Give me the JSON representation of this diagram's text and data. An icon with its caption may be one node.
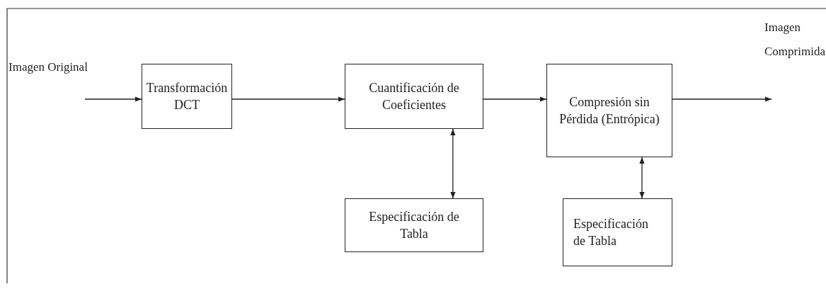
{
  "diagram": {
    "nodes": [
      {
        "text": [
          "Transformación DCT"
        ]
      },
      {
        "text": [
          "Cuantificación de Coeficientes"
        ]
      },
      {
        "text": [
          "Compresión sin Pérdida (Entrópica)"
        ]
      },
      {
        "text": [
          "Especificación de Tabla"
        ]
      },
      {
        "text": [
          "Especificación de Tabla"
        ]
      }
    ],
    "edges": [
      {
        "from": null,
        "to": 0,
        "arrow": "to"
      },
      {
        "from": 0,
        "to": 1,
        "arrow": "to"
      },
      {
        "from": 1,
        "to": 2,
        "arrow": "to"
      },
      {
        "from": 2,
        "to": null,
        "arrow": "to"
      },
      {
        "from": 1,
        "to": 3,
        "arrow": "both"
      },
      {
        "from": 2,
        "to": 4,
        "arrow": "both"
      }
    ],
    "labels": [
      "Imagen Original",
      "Imagen Comprimida"
    ]
  }
}
